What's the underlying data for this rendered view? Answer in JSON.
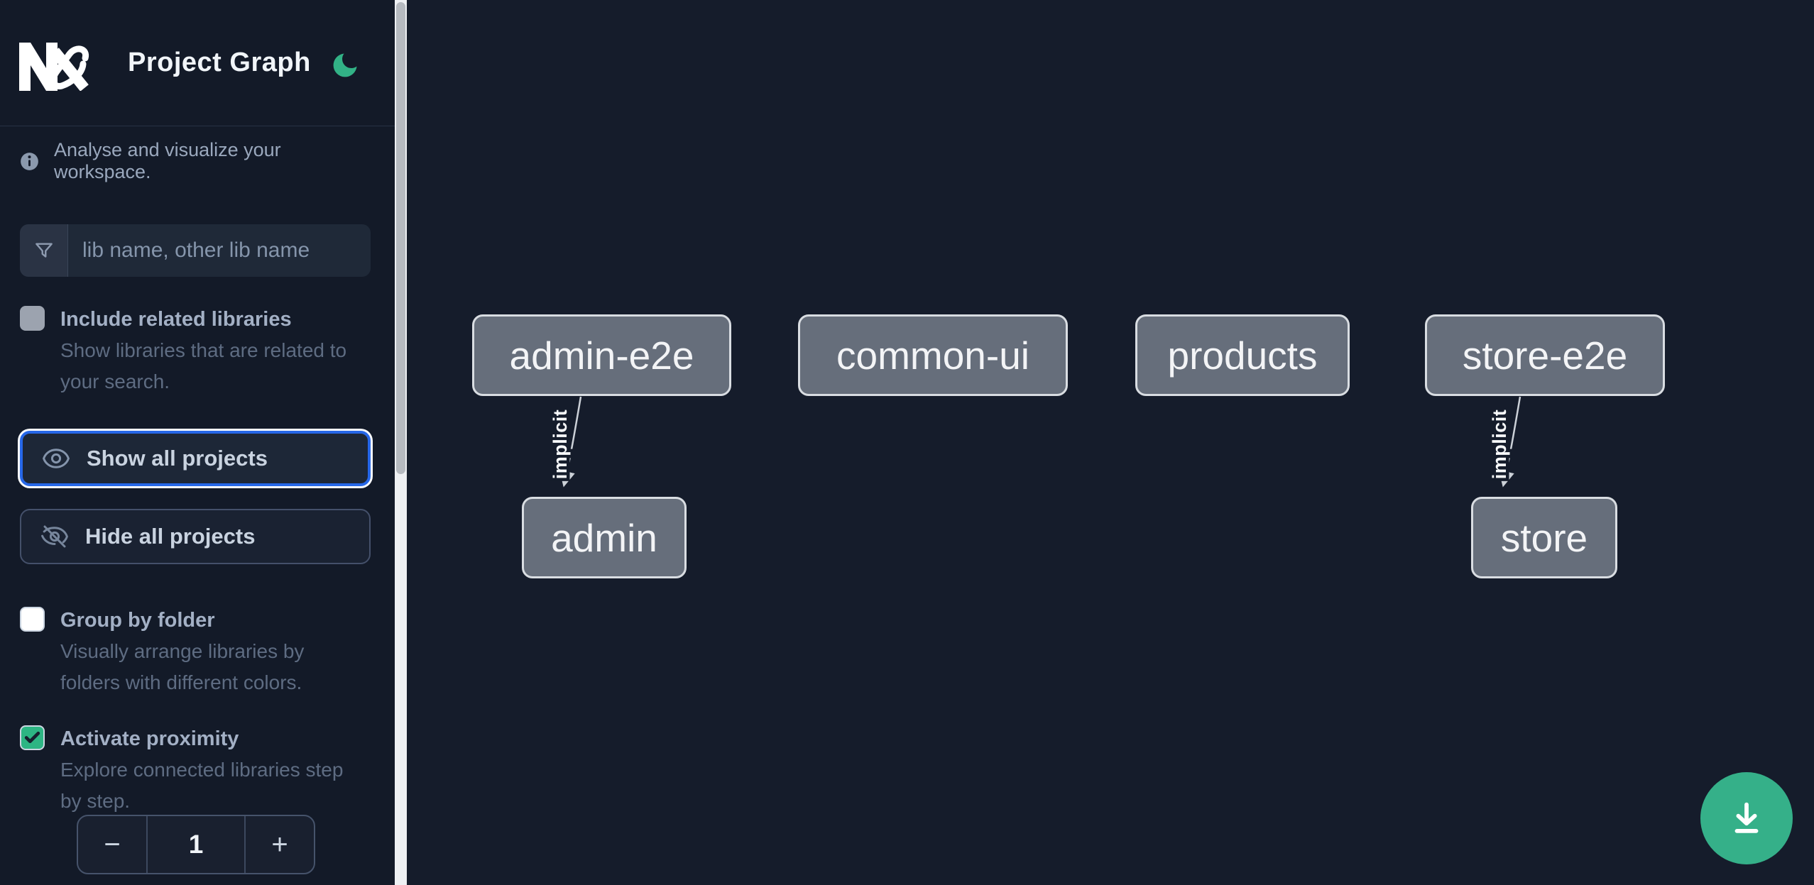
{
  "header": {
    "title": "Project Graph",
    "logo": "nx-logo",
    "theme_toggle_icon": "moon-icon"
  },
  "sidebar": {
    "tagline": "Analyse and visualize your workspace.",
    "filter": {
      "icon": "funnel-icon",
      "placeholder": "lib name, other lib name",
      "value": ""
    },
    "options": [
      {
        "label": "Include related libraries",
        "description": "Show libraries that are related to your search.",
        "checked": false
      },
      {
        "label": "Group by folder",
        "description": "Visually arrange libraries by folders with different colors.",
        "checked": false
      },
      {
        "label": "Activate proximity",
        "description": "Explore connected libraries step by step.",
        "checked": true
      }
    ],
    "actions": {
      "show_all": "Show all projects",
      "show_all_icon": "eye-icon",
      "hide_all": "Hide all projects",
      "hide_all_icon": "eye-off-icon"
    },
    "proximity_stepper": {
      "decrement": "−",
      "value": "1",
      "increment": "+"
    }
  },
  "graph": {
    "nodes": [
      {
        "label": "admin-e2e"
      },
      {
        "label": "common-ui"
      },
      {
        "label": "products"
      },
      {
        "label": "store-e2e"
      },
      {
        "label": "admin"
      },
      {
        "label": "store"
      }
    ],
    "edges": [
      {
        "source": "admin-e2e",
        "target": "admin",
        "label": "implicit"
      },
      {
        "source": "store-e2e",
        "target": "store",
        "label": "implicit"
      }
    ],
    "download_icon": "download-icon"
  },
  "colors": {
    "accent_green": "#35b089",
    "focus_blue": "#2667e8",
    "node_fill": "#666e7b",
    "node_border": "#d9dde2",
    "sidebar_bg": "#131a28",
    "canvas_bg": "#151c2b",
    "checked_checkbox": "#2db583"
  }
}
